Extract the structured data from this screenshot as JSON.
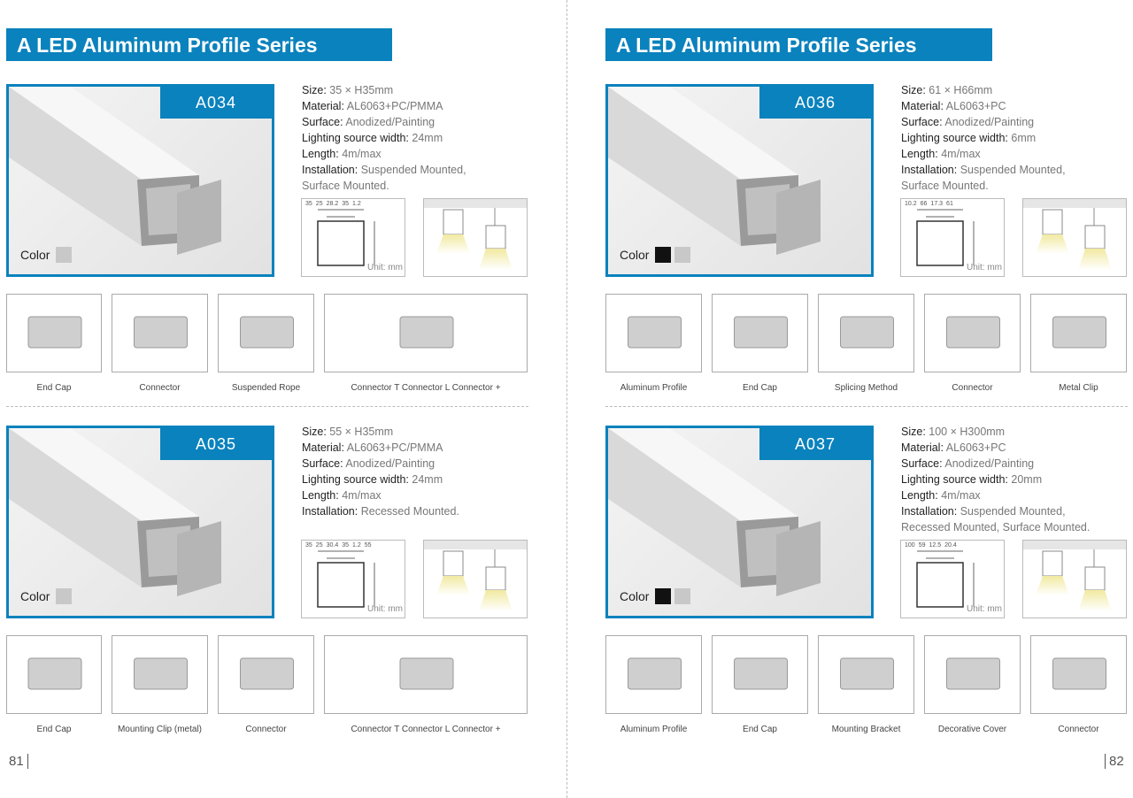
{
  "pages": [
    {
      "number": "81",
      "header": "A LED Aluminum Profile Series",
      "products": [
        {
          "code": "A034",
          "color_label": "Color",
          "colors": [
            "#c8c8c8"
          ],
          "specs": [
            [
              "Size:",
              "35 × H35mm"
            ],
            [
              "Material:",
              "AL6063+PC/PMMA"
            ],
            [
              "Surface:",
              "Anodized/Painting"
            ],
            [
              "Lighting source width:",
              "24mm"
            ],
            [
              "Length:",
              "4m/max"
            ],
            [
              "Installation:",
              "Suspended Mounted,"
            ],
            [
              "",
              "Surface Mounted."
            ]
          ],
          "diagram_dims": [
            "35",
            "25",
            "28.2",
            "35",
            "1.2"
          ],
          "unit": "Unit: mm",
          "accessories": [
            {
              "label": "End Cap",
              "w": 108
            },
            {
              "label": "Connector",
              "w": 109
            },
            {
              "label": "Suspended Rope",
              "w": 109
            },
            {
              "label": "Connector T  Connector L  Connector +",
              "w": 230
            }
          ]
        },
        {
          "code": "A035",
          "color_label": "Color",
          "colors": [
            "#c8c8c8"
          ],
          "specs": [
            [
              "Size:",
              "55 × H35mm"
            ],
            [
              "Material:",
              "AL6063+PC/PMMA"
            ],
            [
              "Surface:",
              "Anodized/Painting"
            ],
            [
              "Lighting source width:",
              "24mm"
            ],
            [
              "Length:",
              "4m/max"
            ],
            [
              "Installation:",
              "Recessed Mounted."
            ]
          ],
          "diagram_dims": [
            "35",
            "25",
            "30.4",
            "35",
            "1.2",
            "55"
          ],
          "unit": "Unit: mm",
          "accessories": [
            {
              "label": "End Cap",
              "w": 108
            },
            {
              "label": "Mounting Clip (metal)",
              "w": 109
            },
            {
              "label": "Connector",
              "w": 109
            },
            {
              "label": "Connector T  Connector L  Connector +",
              "w": 230
            }
          ]
        }
      ]
    },
    {
      "number": "82",
      "header": "A LED Aluminum Profile Series",
      "products": [
        {
          "code": "A036",
          "color_label": "Color",
          "colors": [
            "#111111",
            "#c8c8c8"
          ],
          "specs": [
            [
              "Size:",
              "61 × H66mm"
            ],
            [
              "Material:",
              "AL6063+PC"
            ],
            [
              "Surface:",
              "Anodized/Painting"
            ],
            [
              "Lighting source width:",
              "6mm"
            ],
            [
              "Length:",
              "4m/max"
            ],
            [
              "Installation:",
              "Suspended Mounted,"
            ],
            [
              "",
              "Surface Mounted."
            ]
          ],
          "diagram_dims": [
            "10.2",
            "66",
            "17.3",
            "61"
          ],
          "unit": "Unit: mm",
          "accessories": [
            {
              "label": "Aluminum Profile",
              "w": 109
            },
            {
              "label": "End Cap",
              "w": 109
            },
            {
              "label": "Splicing Method",
              "w": 109
            },
            {
              "label": "Connector",
              "w": 109
            },
            {
              "label": "Metal Clip",
              "w": 109
            }
          ]
        },
        {
          "code": "A037",
          "color_label": "Color",
          "colors": [
            "#111111",
            "#c8c8c8"
          ],
          "specs": [
            [
              "Size:",
              "100 × H300mm"
            ],
            [
              "Material:",
              "AL6063+PC"
            ],
            [
              "Surface:",
              "Anodized/Painting"
            ],
            [
              "Lighting source width:",
              "20mm"
            ],
            [
              "Length:",
              "4m/max"
            ],
            [
              "Installation:",
              "Suspended Mounted,"
            ],
            [
              "",
              "Recessed Mounted, Surface Mounted."
            ]
          ],
          "diagram_dims": [
            "100",
            "59",
            "12.5",
            "20.4"
          ],
          "unit": "Unit: mm",
          "accessories": [
            {
              "label": "Aluminum Profile",
              "w": 109
            },
            {
              "label": "End Cap",
              "w": 109
            },
            {
              "label": "Mounting Bracket",
              "w": 109
            },
            {
              "label": "Decorative Cover",
              "w": 109
            },
            {
              "label": "Connector",
              "w": 109
            }
          ]
        }
      ]
    }
  ]
}
